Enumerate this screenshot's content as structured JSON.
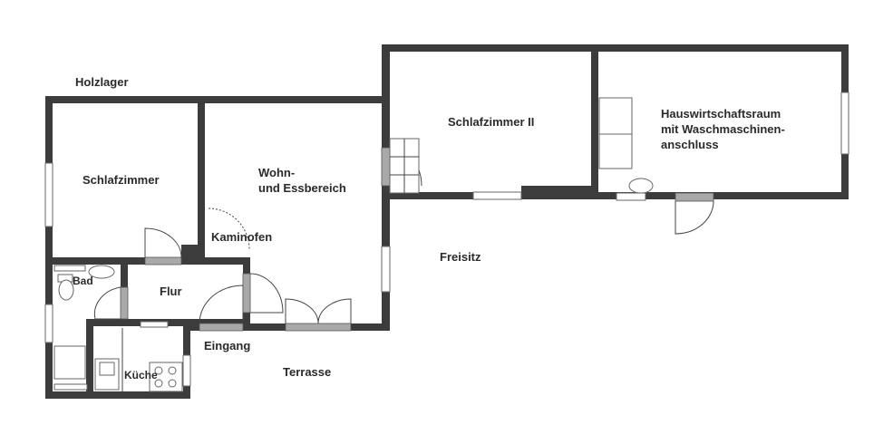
{
  "plan": {
    "title": "Floor plan",
    "rooms": {
      "holzlager": "Holzlager",
      "schlafzimmer": "Schlafzimmer",
      "wohn_line1": "Wohn-",
      "wohn_line2": "und Essbereich",
      "kaminofen": "Kaminofen",
      "schlafzimmer2": "Schlafzimmer II",
      "hwr_line1": "Hauswirtschaftsraum",
      "hwr_line2": "mit Waschmaschinen-",
      "hwr_line3": "anschluss",
      "freisitz": "Freisitz",
      "bad": "Bad",
      "flur": "Flur",
      "eingang": "Eingang",
      "kueche": "Küche",
      "terrasse": "Terrasse"
    },
    "colors": {
      "wall": "#3c3c3c",
      "door": "#a9a9a9"
    }
  }
}
